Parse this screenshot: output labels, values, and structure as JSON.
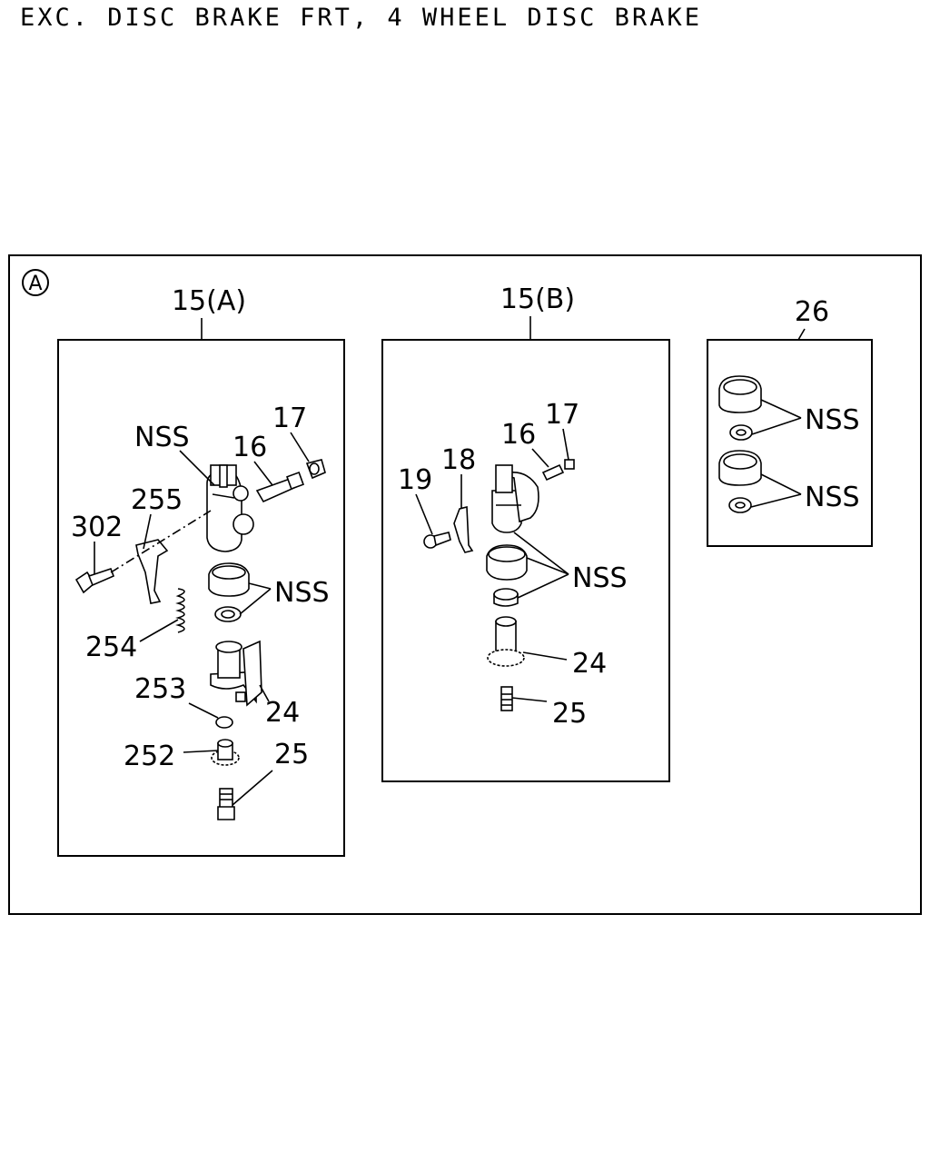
{
  "header": {
    "title": "EXC. DISC BRAKE FRT, 4 WHEEL DISC BRAKE"
  },
  "view_marker": "A",
  "groups": {
    "a": {
      "label": "15(A)"
    },
    "b": {
      "label": "15(B)"
    },
    "c": {
      "label": "26"
    }
  },
  "callouts": {
    "a_nss_top": "NSS",
    "a_17": "17",
    "a_16": "16",
    "a_255": "255",
    "a_302": "302",
    "a_nss_mid": "NSS",
    "a_254": "254",
    "a_253": "253",
    "a_24": "24",
    "a_252": "252",
    "a_25": "25",
    "b_17": "17",
    "b_16": "16",
    "b_18": "18",
    "b_19": "19",
    "b_nss": "NSS",
    "b_24": "24",
    "b_25": "25",
    "c_nss_1": "NSS",
    "c_nss_2": "NSS"
  }
}
